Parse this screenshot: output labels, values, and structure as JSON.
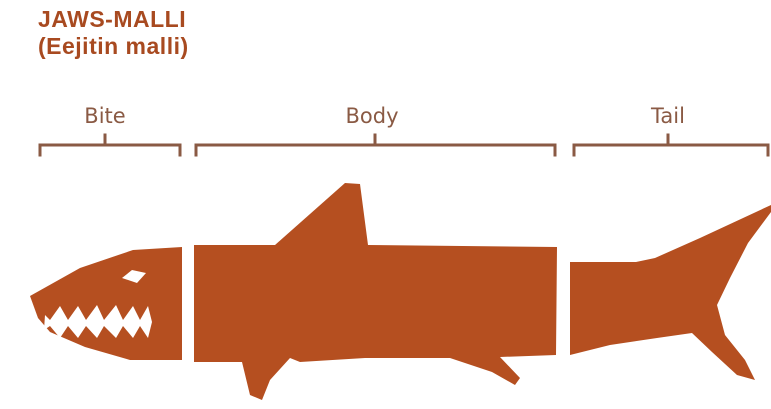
{
  "title": "JAWS-MALLI",
  "subtitle": "(Eejitin malli)",
  "sections": [
    {
      "label": "Bite"
    },
    {
      "label": "Body"
    },
    {
      "label": "Tail"
    }
  ],
  "colors": {
    "shark": "#b54f20",
    "title": "#a84a20",
    "bracket": "#8a5a44",
    "teeth": "#ffffff"
  }
}
